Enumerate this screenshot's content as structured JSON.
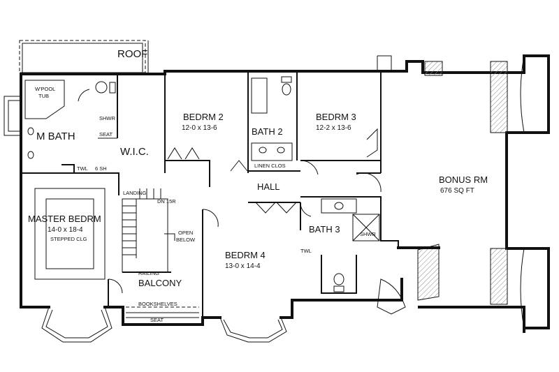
{
  "rooms": {
    "roof": "ROOF",
    "m_bath": "M BATH",
    "whirlpool_1": "W'POOL",
    "whirlpool_2": "TUB",
    "shower_1": "SHWR",
    "seat_1": "SEAT",
    "wic": "W.I.C.",
    "twl_1": "TWL",
    "six_sh": "6 SH",
    "bedrm2": "BEDRM 2",
    "bedrm2_size": "12-0 x 13-6",
    "bath2": "BATH 2",
    "linen": "LINEN CLOS",
    "bedrm3": "BEDRM 3",
    "bedrm3_size": "12-2 x 13-6",
    "hall": "HALL",
    "bonus": "BONUS RM",
    "bonus_size": "676 SQ FT",
    "landing": "LANDING",
    "dn": "DN 15R",
    "open_1": "OPEN",
    "open_2": "BELOW",
    "master": "MASTER BEDRM",
    "master_size": "14-0 x 18-4",
    "master_clg": "STEPPED CLG",
    "railing": "RAILING",
    "balcony": "BALCONY",
    "bookshelves": "BOOKSHELVES",
    "seat_2": "SEAT",
    "bedrm4": "BEDRM 4",
    "bedrm4_size": "13-0 x 14-4",
    "bath3": "BATH 3",
    "shower_2": "SHWR",
    "twl_2": "TWL"
  }
}
